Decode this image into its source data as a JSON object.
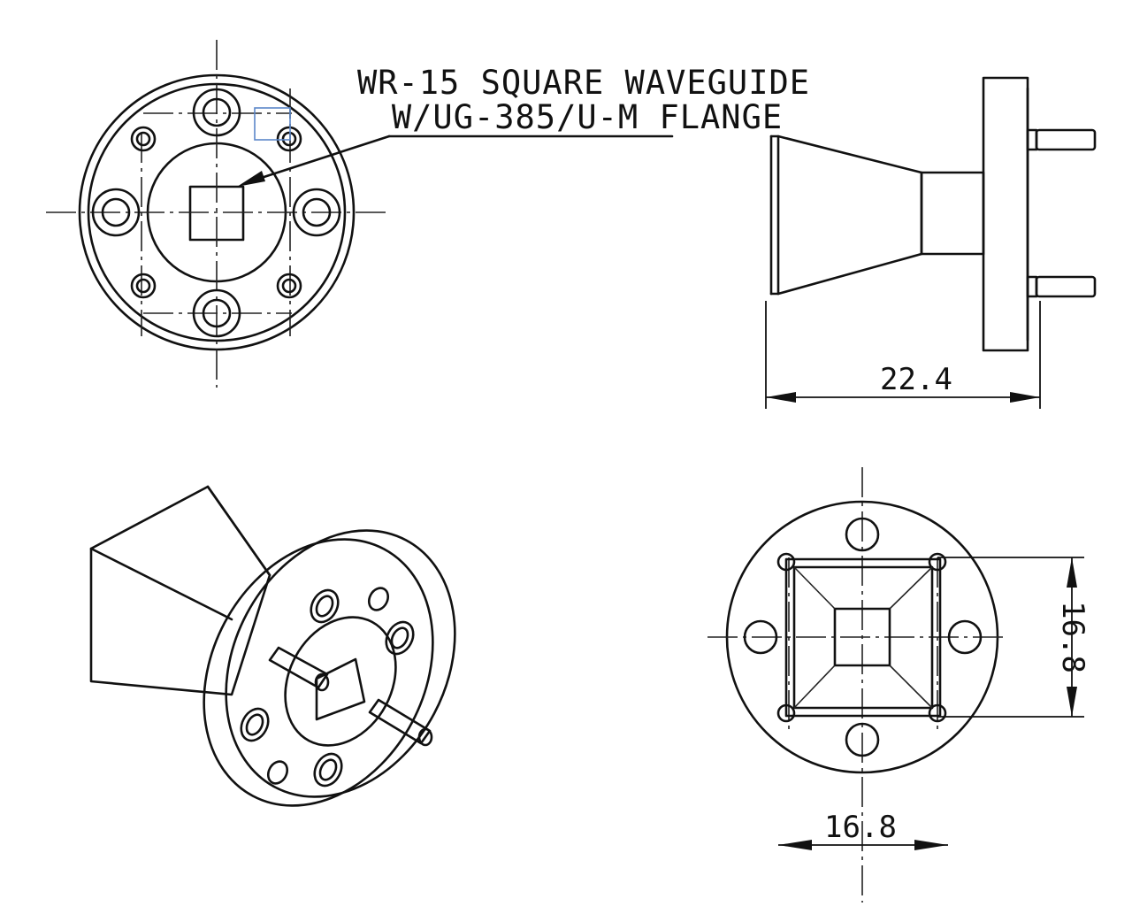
{
  "callout": {
    "line1": "WR-15 SQUARE WAVEGUIDE",
    "line2": "W/UG-385/U-M FLANGE"
  },
  "dimensions": {
    "length": "22.4",
    "height": "16.8",
    "width": "16.8"
  },
  "colors": {
    "line": "#111111",
    "selection": "#5b87c9",
    "background": "#ffffff"
  }
}
